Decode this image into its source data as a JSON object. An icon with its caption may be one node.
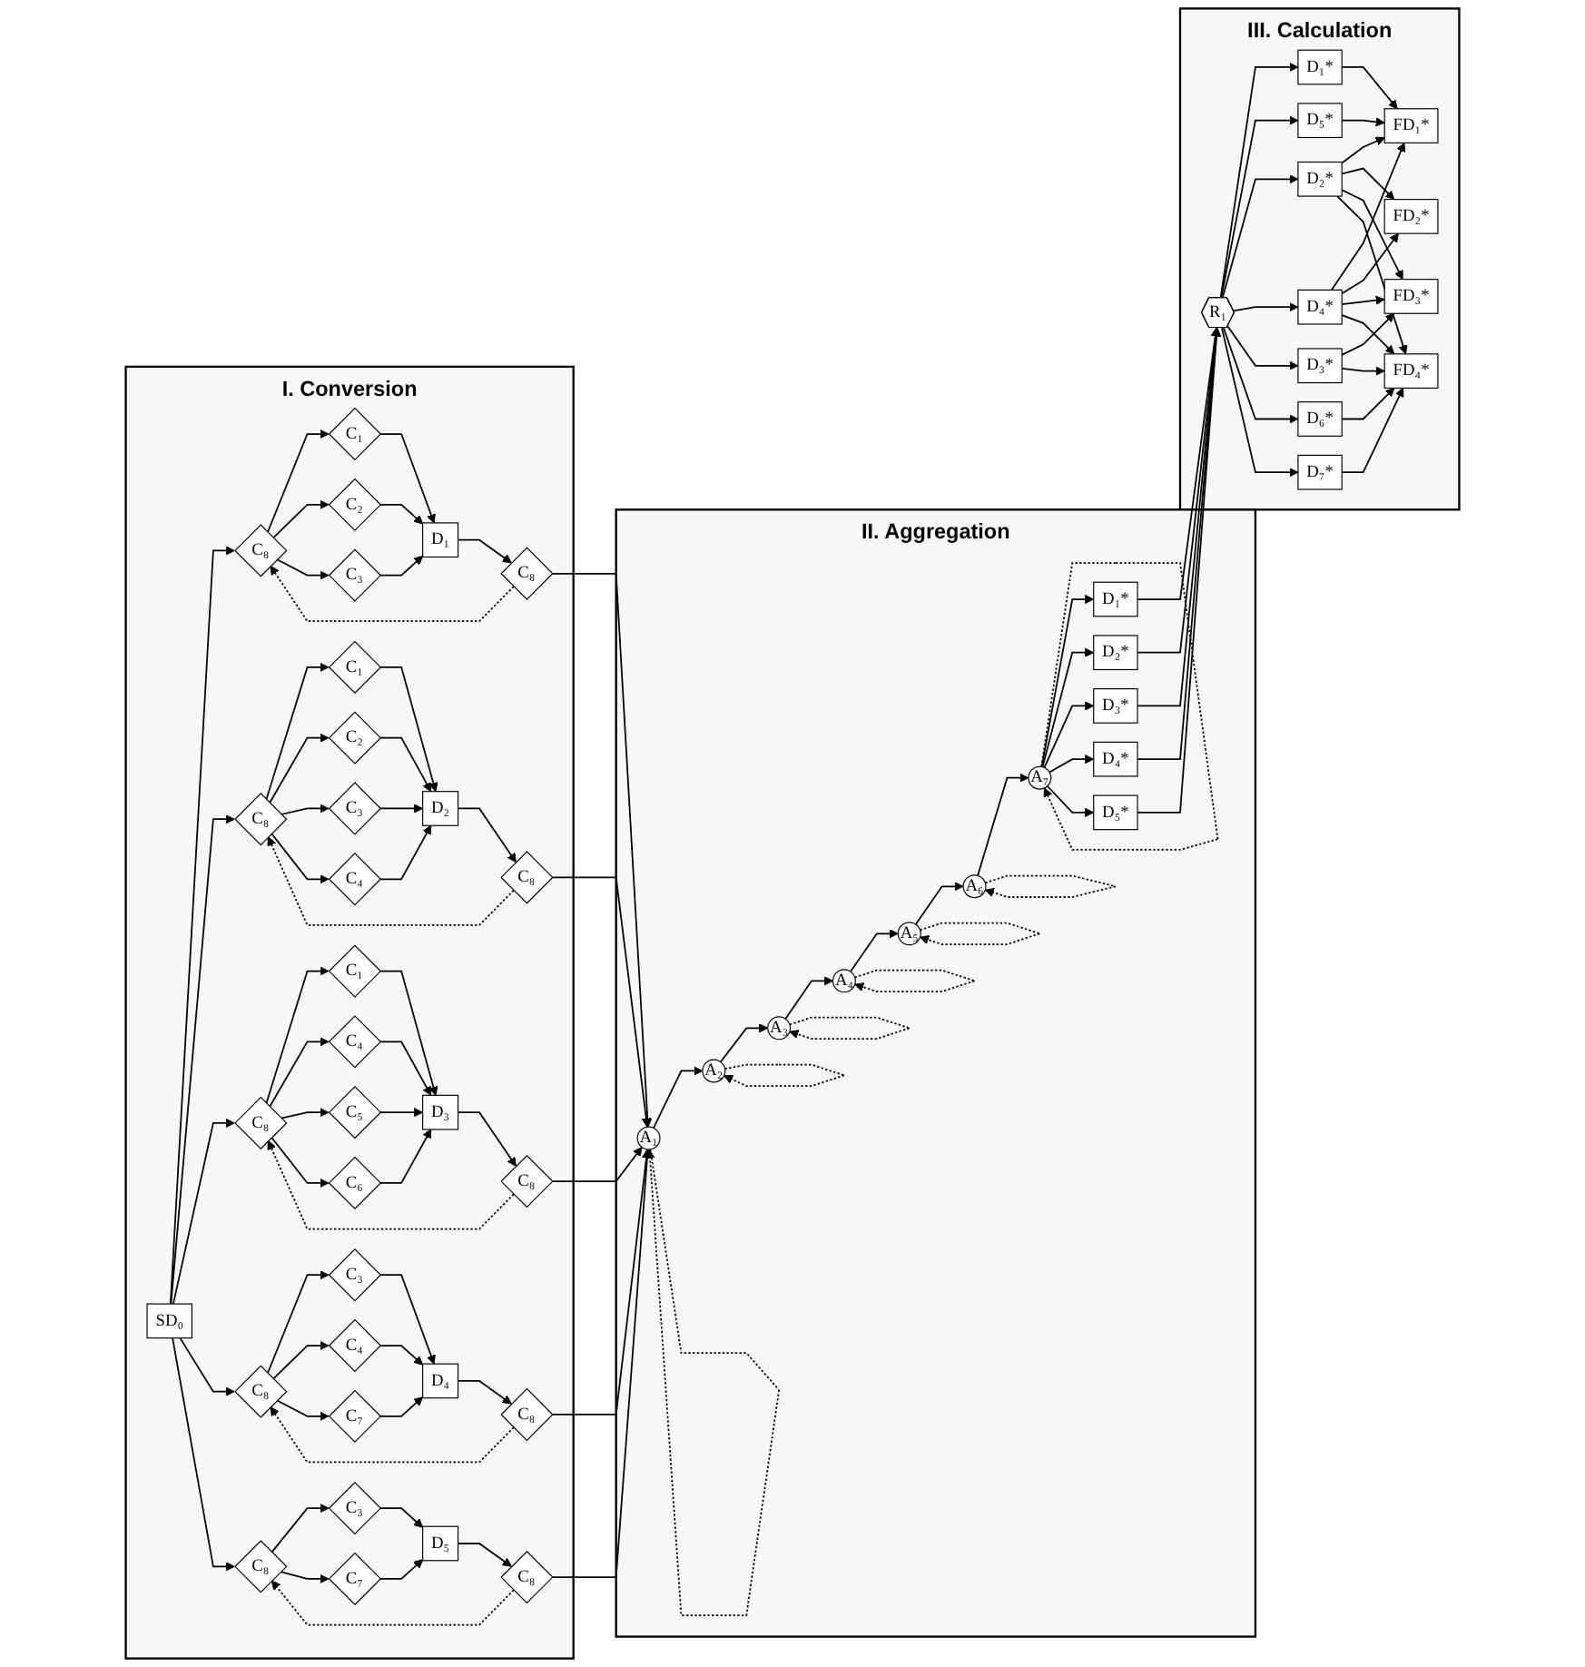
{
  "diagram": {
    "nodes": [
      {
        "text": [
          "I. Conversion"
        ]
      },
      {
        "text": [
          "SD₀"
        ],
        "in": 0
      },
      {
        "text": [
          "C₈"
        ],
        "in": 0
      },
      {
        "text": [
          "C₁"
        ],
        "in": 0
      },
      {
        "text": [
          "C₂"
        ],
        "in": 0
      },
      {
        "text": [
          "C₃"
        ],
        "in": 0
      },
      {
        "text": [
          "D₁"
        ],
        "in": 0
      },
      {
        "text": [
          "C₈"
        ],
        "in": 0
      },
      {
        "text": [
          "C₈"
        ],
        "in": 0
      },
      {
        "text": [
          "C₁"
        ],
        "in": 0
      },
      {
        "text": [
          "C₂"
        ],
        "in": 0
      },
      {
        "text": [
          "C₃"
        ],
        "in": 0
      },
      {
        "text": [
          "C₄"
        ],
        "in": 0
      },
      {
        "text": [
          "D₂"
        ],
        "in": 0
      },
      {
        "text": [
          "C₈"
        ],
        "in": 0
      },
      {
        "text": [
          "C₈"
        ],
        "in": 0
      },
      {
        "text": [
          "C₁"
        ],
        "in": 0
      },
      {
        "text": [
          "C₄"
        ],
        "in": 0
      },
      {
        "text": [
          "C₅"
        ],
        "in": 0
      },
      {
        "text": [
          "C₆"
        ],
        "in": 0
      },
      {
        "text": [
          "D₃"
        ],
        "in": 0
      },
      {
        "text": [
          "C₈"
        ],
        "in": 0
      },
      {
        "text": [
          "C₈"
        ],
        "in": 0
      },
      {
        "text": [
          "C₃"
        ],
        "in": 0
      },
      {
        "text": [
          "C₄"
        ],
        "in": 0
      },
      {
        "text": [
          "C₇"
        ],
        "in": 0
      },
      {
        "text": [
          "D₄"
        ],
        "in": 0
      },
      {
        "text": [
          "C₈"
        ],
        "in": 0
      },
      {
        "text": [
          "C₈"
        ],
        "in": 0
      },
      {
        "text": [
          "C₃"
        ],
        "in": 0
      },
      {
        "text": [
          "C₇"
        ],
        "in": 0
      },
      {
        "text": [
          "D₅"
        ],
        "in": 0
      },
      {
        "text": [
          "C₈"
        ],
        "in": 0
      },
      {
        "text": [
          "II. Aggregation"
        ]
      },
      {
        "text": [
          "A₁"
        ],
        "in": 33
      },
      {
        "text": [
          "A₂"
        ],
        "in": 33
      },
      {
        "text": [
          "A₃"
        ],
        "in": 33
      },
      {
        "text": [
          "A₄"
        ],
        "in": 33
      },
      {
        "text": [
          "A₅"
        ],
        "in": 33
      },
      {
        "text": [
          "A₆"
        ],
        "in": 33
      },
      {
        "text": [
          "A₇"
        ],
        "in": 33
      },
      {
        "text": [
          "D₁*"
        ],
        "in": 33
      },
      {
        "text": [
          "D₂*"
        ],
        "in": 33
      },
      {
        "text": [
          "D₃*"
        ],
        "in": 33
      },
      {
        "text": [
          "D₄*"
        ],
        "in": 33
      },
      {
        "text": [
          "D₅*"
        ],
        "in": 33
      },
      {
        "text": [
          "III. Calculation"
        ]
      },
      {
        "text": [
          "R₁"
        ],
        "in": 46
      },
      {
        "text": [
          "D₁*"
        ],
        "in": 46
      },
      {
        "text": [
          "D₅*"
        ],
        "in": 46
      },
      {
        "text": [
          "D₂*"
        ],
        "in": 46
      },
      {
        "text": [
          "D₄*"
        ],
        "in": 46
      },
      {
        "text": [
          "D₃*"
        ],
        "in": 46
      },
      {
        "text": [
          "D₆*"
        ],
        "in": 46
      },
      {
        "text": [
          "D₇*"
        ],
        "in": 46
      },
      {
        "text": [
          "FD₁*"
        ],
        "in": 46
      },
      {
        "text": [
          "FD₂*"
        ],
        "in": 46
      },
      {
        "text": [
          "FD₃*"
        ],
        "in": 46
      },
      {
        "text": [
          "FD₄*"
        ],
        "in": 46
      }
    ],
    "edges": [
      {
        "from": 1,
        "to": 2,
        "arrow": "to"
      },
      {
        "from": 1,
        "to": 8,
        "arrow": "to"
      },
      {
        "from": 1,
        "to": 15,
        "arrow": "to"
      },
      {
        "from": 1,
        "to": 22,
        "arrow": "to"
      },
      {
        "from": 1,
        "to": 28,
        "arrow": "to"
      },
      {
        "from": 2,
        "to": 3,
        "arrow": "to"
      },
      {
        "from": 2,
        "to": 4,
        "arrow": "to"
      },
      {
        "from": 2,
        "to": 5,
        "arrow": "to"
      },
      {
        "from": 3,
        "to": 6,
        "arrow": "to"
      },
      {
        "from": 4,
        "to": 6,
        "arrow": "to"
      },
      {
        "from": 5,
        "to": 6,
        "arrow": "to"
      },
      {
        "from": 6,
        "to": 7,
        "arrow": "to"
      },
      {
        "from": 7,
        "to": 2,
        "arrow": "to",
        "style": "dashed"
      },
      {
        "from": 7,
        "to": 34,
        "arrow": "to"
      },
      {
        "from": 8,
        "to": 9,
        "arrow": "to"
      },
      {
        "from": 8,
        "to": 10,
        "arrow": "to"
      },
      {
        "from": 8,
        "to": 11,
        "arrow": "to"
      },
      {
        "from": 8,
        "to": 12,
        "arrow": "to"
      },
      {
        "from": 9,
        "to": 13,
        "arrow": "to"
      },
      {
        "from": 10,
        "to": 13,
        "arrow": "to"
      },
      {
        "from": 11,
        "to": 13,
        "arrow": "to"
      },
      {
        "from": 12,
        "to": 13,
        "arrow": "to"
      },
      {
        "from": 13,
        "to": 14,
        "arrow": "to"
      },
      {
        "from": 14,
        "to": 8,
        "arrow": "to",
        "style": "dashed"
      },
      {
        "from": 14,
        "to": 34,
        "arrow": "to"
      },
      {
        "from": 15,
        "to": 16,
        "arrow": "to"
      },
      {
        "from": 15,
        "to": 17,
        "arrow": "to"
      },
      {
        "from": 15,
        "to": 18,
        "arrow": "to"
      },
      {
        "from": 15,
        "to": 19,
        "arrow": "to"
      },
      {
        "from": 16,
        "to": 20,
        "arrow": "to"
      },
      {
        "from": 17,
        "to": 20,
        "arrow": "to"
      },
      {
        "from": 18,
        "to": 20,
        "arrow": "to"
      },
      {
        "from": 19,
        "to": 20,
        "arrow": "to"
      },
      {
        "from": 20,
        "to": 21,
        "arrow": "to"
      },
      {
        "from": 21,
        "to": 15,
        "arrow": "to",
        "style": "dashed"
      },
      {
        "from": 21,
        "to": 34,
        "arrow": "to"
      },
      {
        "from": 22,
        "to": 23,
        "arrow": "to"
      },
      {
        "from": 22,
        "to": 24,
        "arrow": "to"
      },
      {
        "from": 22,
        "to": 25,
        "arrow": "to"
      },
      {
        "from": 23,
        "to": 26,
        "arrow": "to"
      },
      {
        "from": 24,
        "to": 26,
        "arrow": "to"
      },
      {
        "from": 25,
        "to": 26,
        "arrow": "to"
      },
      {
        "from": 26,
        "to": 27,
        "arrow": "to"
      },
      {
        "from": 27,
        "to": 22,
        "arrow": "to",
        "style": "dashed"
      },
      {
        "from": 27,
        "to": 34,
        "arrow": "to"
      },
      {
        "from": 28,
        "to": 29,
        "arrow": "to"
      },
      {
        "from": 28,
        "to": 30,
        "arrow": "to"
      },
      {
        "from": 29,
        "to": 31,
        "arrow": "to"
      },
      {
        "from": 30,
        "to": 31,
        "arrow": "to"
      },
      {
        "from": 31,
        "to": 32,
        "arrow": "to"
      },
      {
        "from": 32,
        "to": 28,
        "arrow": "to",
        "style": "dashed"
      },
      {
        "from": 32,
        "to": 34,
        "arrow": "to"
      },
      {
        "from": 34,
        "to": 35,
        "arrow": "to"
      },
      {
        "from": 35,
        "to": 36,
        "arrow": "to"
      },
      {
        "from": 36,
        "to": 37,
        "arrow": "to"
      },
      {
        "from": 37,
        "to": 38,
        "arrow": "to"
      },
      {
        "from": 38,
        "to": 39,
        "arrow": "to"
      },
      {
        "from": 39,
        "to": 40,
        "arrow": "to"
      },
      {
        "from": 34,
        "to": 34,
        "arrow": "to",
        "style": "dashed"
      },
      {
        "from": 35,
        "to": 35,
        "arrow": "to",
        "style": "dashed"
      },
      {
        "from": 36,
        "to": 36,
        "arrow": "to",
        "style": "dashed"
      },
      {
        "from": 37,
        "to": 37,
        "arrow": "to",
        "style": "dashed"
      },
      {
        "from": 38,
        "to": 38,
        "arrow": "to",
        "style": "dashed"
      },
      {
        "from": 39,
        "to": 39,
        "arrow": "to",
        "style": "dashed"
      },
      {
        "from": 40,
        "to": 40,
        "arrow": "to",
        "style": "dashed"
      },
      {
        "from": 40,
        "to": 41,
        "arrow": "to"
      },
      {
        "from": 40,
        "to": 42,
        "arrow": "to"
      },
      {
        "from": 40,
        "to": 43,
        "arrow": "to"
      },
      {
        "from": 40,
        "to": 44,
        "arrow": "to"
      },
      {
        "from": 40,
        "to": 45,
        "arrow": "to"
      },
      {
        "from": 41,
        "to": 47,
        "arrow": "to"
      },
      {
        "from": 42,
        "to": 47,
        "arrow": "to"
      },
      {
        "from": 43,
        "to": 47,
        "arrow": "to"
      },
      {
        "from": 44,
        "to": 47,
        "arrow": "to"
      },
      {
        "from": 45,
        "to": 47,
        "arrow": "to"
      },
      {
        "from": 47,
        "to": 48,
        "arrow": "to"
      },
      {
        "from": 47,
        "to": 49,
        "arrow": "to"
      },
      {
        "from": 47,
        "to": 50,
        "arrow": "to"
      },
      {
        "from": 47,
        "to": 51,
        "arrow": "to"
      },
      {
        "from": 47,
        "to": 52,
        "arrow": "to"
      },
      {
        "from": 47,
        "to": 53,
        "arrow": "to"
      },
      {
        "from": 47,
        "to": 54,
        "arrow": "to"
      },
      {
        "from": 48,
        "to": 55,
        "arrow": "to"
      },
      {
        "from": 49,
        "to": 55,
        "arrow": "to"
      },
      {
        "from": 50,
        "to": 55,
        "arrow": "to"
      },
      {
        "from": 50,
        "to": 56,
        "arrow": "to"
      },
      {
        "from": 50,
        "to": 57,
        "arrow": "to"
      },
      {
        "from": 50,
        "to": 58,
        "arrow": "to"
      },
      {
        "from": 51,
        "to": 55,
        "arrow": "to"
      },
      {
        "from": 51,
        "to": 56,
        "arrow": "to"
      },
      {
        "from": 51,
        "to": 57,
        "arrow": "to"
      },
      {
        "from": 51,
        "to": 58,
        "arrow": "to"
      },
      {
        "from": 52,
        "to": 57,
        "arrow": "to"
      },
      {
        "from": 52,
        "to": 58,
        "arrow": "to"
      },
      {
        "from": 53,
        "to": 58,
        "arrow": "to"
      },
      {
        "from": 54,
        "to": 58,
        "arrow": "to"
      }
    ]
  }
}
